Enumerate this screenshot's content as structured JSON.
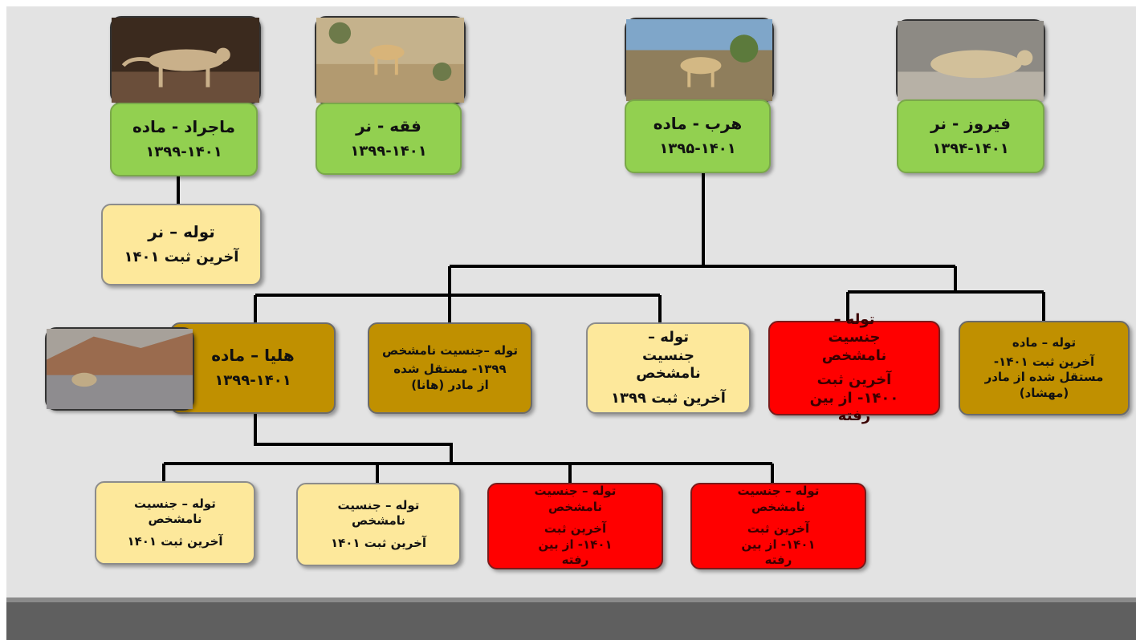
{
  "parents": [
    {
      "id": "majrad",
      "name": "ماجراد - ماده",
      "years": "۱۳۹۹-۱۴۰۱",
      "photo_icon": "cheetah-photo"
    },
    {
      "id": "feghe",
      "name": "فقه - نر",
      "years": "۱۳۹۹-۱۴۰۱",
      "photo_icon": "cheetah-photo"
    },
    {
      "id": "harb",
      "name": "هرب  - ماده",
      "years": "۱۳۹۵-۱۴۰۱",
      "photo_icon": "cheetah-photo"
    },
    {
      "id": "firouz",
      "name": "فیروز - نر",
      "years": "۱۳۹۴-۱۴۰۱",
      "photo_icon": "cheetah-photo"
    }
  ],
  "majrad_cub": {
    "line1": "توله – نر",
    "line2": "آخرین  ثبت ۱۴۰۱"
  },
  "harb_cubs": [
    {
      "id": "helia",
      "line1": "هلیا – ماده",
      "line2": "۱۳۹۹-۱۴۰۱",
      "photo_icon": "cheetah-photo"
    },
    {
      "id": "hana",
      "line1": "توله –جنسیت نامشخص",
      "line2": "۱۳۹۹- مستقل شده از مادر (هانا)"
    },
    {
      "id": "unk1399",
      "line1": "توله – جنسیت نامشخص",
      "line2": "آخرین  ثبت ۱۳۹۹"
    },
    {
      "id": "dead1400",
      "line1": "توله – جنسیت نامشخص",
      "line2": "آخرین ثبت ۱۴۰۰- از بین رفته"
    },
    {
      "id": "mahshad",
      "line1": "توله – ماده",
      "line2": "آخرین ثبت ۱۴۰۱- مستقل شده از مادر (مهشاد)"
    }
  ],
  "helia_cubs": [
    {
      "id": "hc1",
      "line1": "توله – جنسیت نامشخص",
      "line2": "آخرین  ثبت ۱۴۰۱"
    },
    {
      "id": "hc2",
      "line1": "توله – جنسیت نامشخص",
      "line2": "آخرین  ثبت ۱۴۰۱"
    },
    {
      "id": "hc3",
      "line1": "توله – جنسیت نامشخص",
      "line2": "آخرین ثبت ۱۴۰۱- از بین رفته"
    },
    {
      "id": "hc4",
      "line1": "توله – جنسیت نامشخص",
      "line2": "آخرین ثبت ۱۴۰۱- از بین رفته"
    }
  ],
  "colors": {
    "parent": "#92d050",
    "alive_cub": "#fde89b",
    "independent": "#c09000",
    "dead": "#ff0000",
    "background": "#e3e3e3",
    "footer": "#5f5f5f"
  }
}
